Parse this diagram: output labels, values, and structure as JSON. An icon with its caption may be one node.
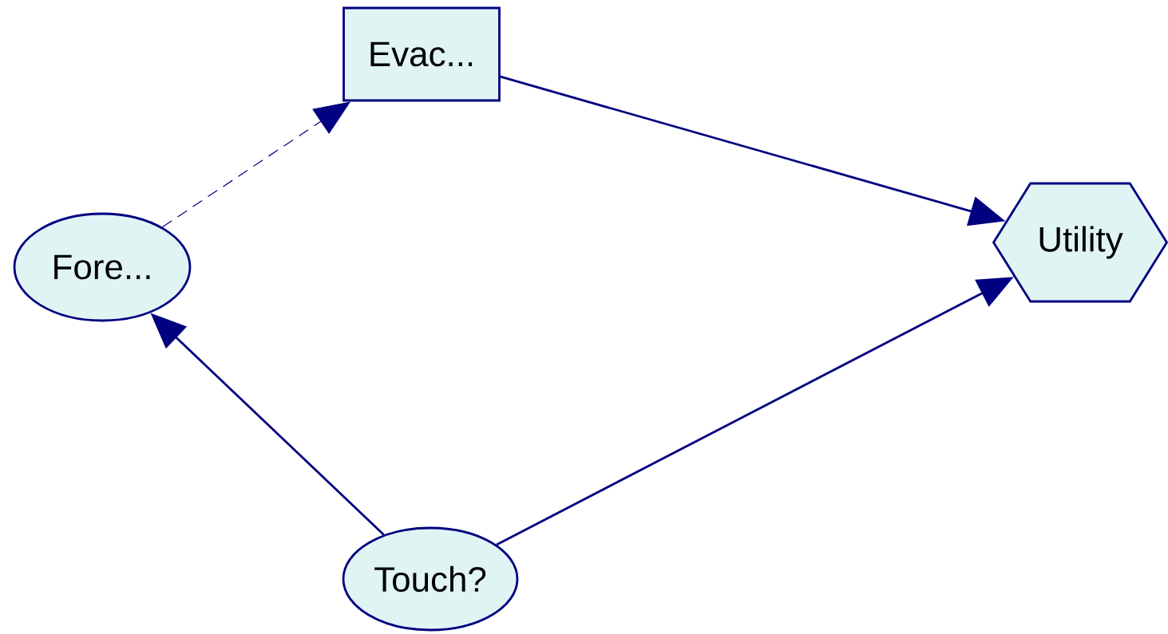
{
  "diagram": {
    "nodes": [
      {
        "text": [
          "Evac..."
        ]
      },
      {
        "text": [
          "Fore..."
        ]
      },
      {
        "text": [
          "Utility"
        ]
      },
      {
        "text": [
          "Touch?"
        ]
      }
    ],
    "edges": [
      {
        "from": 1,
        "to": 0,
        "arrow": "to",
        "style": "dashed"
      },
      {
        "from": 0,
        "to": 2,
        "arrow": "to"
      },
      {
        "from": 3,
        "to": 1,
        "arrow": "to"
      },
      {
        "from": 3,
        "to": 2,
        "arrow": "to"
      }
    ]
  }
}
